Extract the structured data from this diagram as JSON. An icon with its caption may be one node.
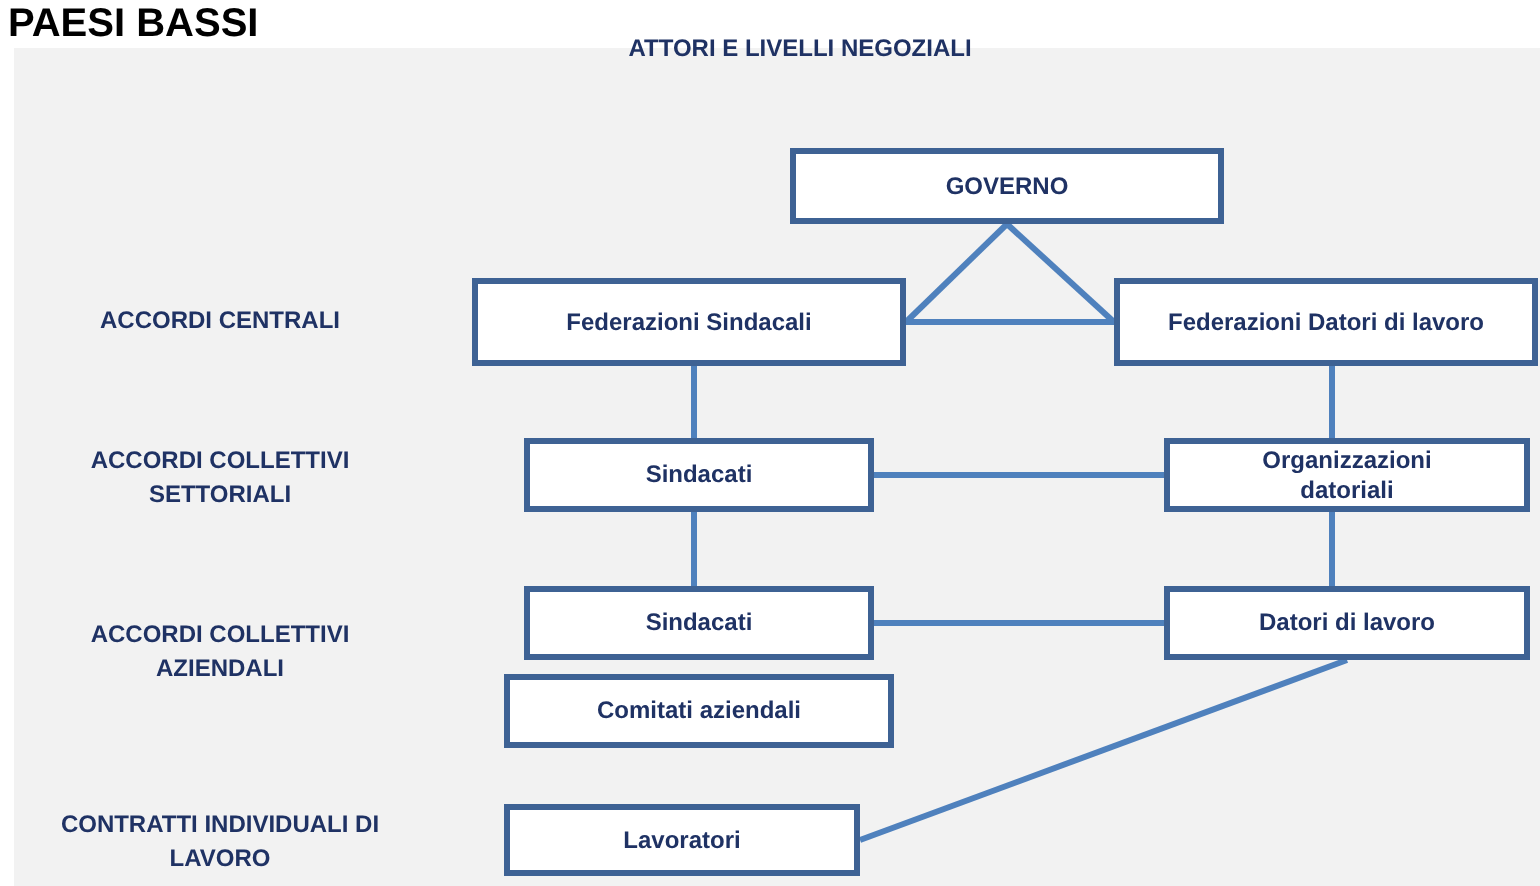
{
  "diagram": {
    "title": "PAESI BASSI",
    "nodes": [
      {
        "text": [
          "GOVERNO"
        ]
      },
      {
        "text": [
          "Federazioni Sindacali"
        ]
      },
      {
        "text": [
          "Federazioni Datori di lavoro"
        ]
      },
      {
        "text": [
          "Sindacati"
        ]
      },
      {
        "text": [
          "Organizzazioni datoriali"
        ]
      },
      {
        "text": [
          "Sindacati"
        ]
      },
      {
        "text": [
          "Datori di lavoro"
        ]
      },
      {
        "text": [
          "Comitati aziendali"
        ]
      },
      {
        "text": [
          "Lavoratori"
        ]
      }
    ],
    "edges": [
      {
        "from": 0,
        "to": 1,
        "arrow": "none"
      },
      {
        "from": 0,
        "to": 2,
        "arrow": "none"
      },
      {
        "from": 1,
        "to": 2,
        "arrow": "none"
      },
      {
        "from": 1,
        "to": 3,
        "arrow": "none"
      },
      {
        "from": 2,
        "to": 4,
        "arrow": "none"
      },
      {
        "from": 3,
        "to": 4,
        "arrow": "none"
      },
      {
        "from": 3,
        "to": 5,
        "arrow": "none"
      },
      {
        "from": 4,
        "to": 6,
        "arrow": "none"
      },
      {
        "from": 5,
        "to": 6,
        "arrow": "none"
      },
      {
        "from": 6,
        "to": 8,
        "arrow": "none"
      }
    ],
    "labels": [
      "ATTORI E LIVELLI NEGOZIALI",
      "ACCORDI CENTRALI",
      "ACCORDI COLLETTIVI SETTORIALI",
      "ACCORDI COLLETTIVI AZIENDALI",
      "CONTRATTI INDIVIDUALI DI LAVORO"
    ]
  }
}
